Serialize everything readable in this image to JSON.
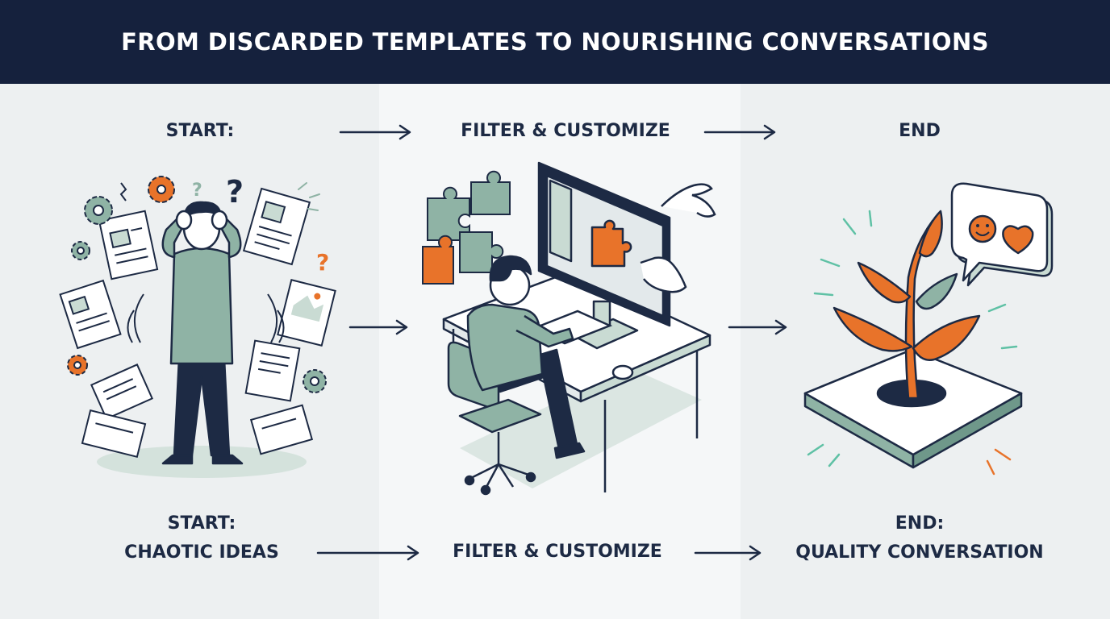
{
  "header": {
    "title": "FROM DISCARDED TEMPLATES TO NOURISHING CONVERSATIONS"
  },
  "top_labels": {
    "start": "START:",
    "filter": "FILTER & CUSTOMIZE",
    "end": "END"
  },
  "bottom_labels": {
    "start_line1": "START:",
    "start_line2": "CHAOTIC IDEAS",
    "filter": "FILTER & CUSTOMIZE",
    "end_line1": "END:",
    "end_line2": "QUALITY CONVERSATION"
  },
  "icons": {
    "question_marks": [
      "?",
      "?",
      "?"
    ]
  },
  "colors": {
    "navy": "#15213d",
    "accent_orange": "#e8732a",
    "sage": "#8fb3a5",
    "sage_light": "#c9dbd3",
    "ink": "#1d2a44"
  }
}
